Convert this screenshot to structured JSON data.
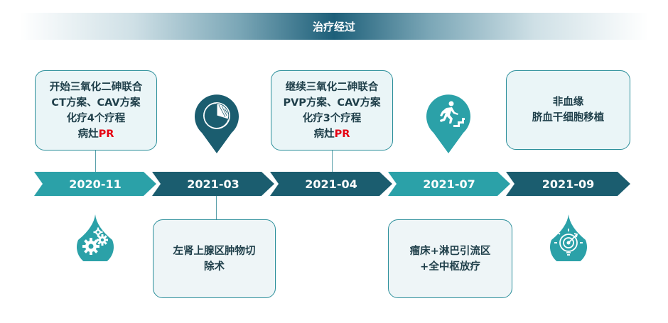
{
  "header": {
    "title": "治疗经过"
  },
  "timeline": [
    {
      "date": "2020-11"
    },
    {
      "date": "2021-03"
    },
    {
      "date": "2021-04"
    },
    {
      "date": "2021-07"
    },
    {
      "date": "2021-09"
    }
  ],
  "events": {
    "e1": {
      "lines": [
        "开始三氧化二砷联合",
        "CT方案、CAV方案",
        "化疗4个疗程"
      ],
      "tag_prefix": "病灶",
      "tag_highlight": "PR"
    },
    "e2": {
      "lines": [
        "左肾上腺区肿物切",
        "除术"
      ]
    },
    "e3": {
      "lines": [
        "继续三氧化二砷联合",
        "PVP方案、CAV方案",
        "化疗3个疗程"
      ],
      "tag_prefix": "病灶",
      "tag_highlight": "PR"
    },
    "e4": {
      "lines": [
        "瘤床+淋巴引流区",
        "+全中枢放疗"
      ]
    },
    "e5": {
      "lines": [
        "非血缘",
        "脐血干细胞移植"
      ]
    }
  },
  "colors": {
    "teal_light": "#2ba1a8",
    "teal_dark": "#1b5d6f",
    "box_border": "#2a8e9a",
    "highlight": "#e60012"
  },
  "icons": [
    "gears-icon",
    "pie-chart-icon",
    "running-stairs-icon",
    "target-bulb-icon"
  ]
}
